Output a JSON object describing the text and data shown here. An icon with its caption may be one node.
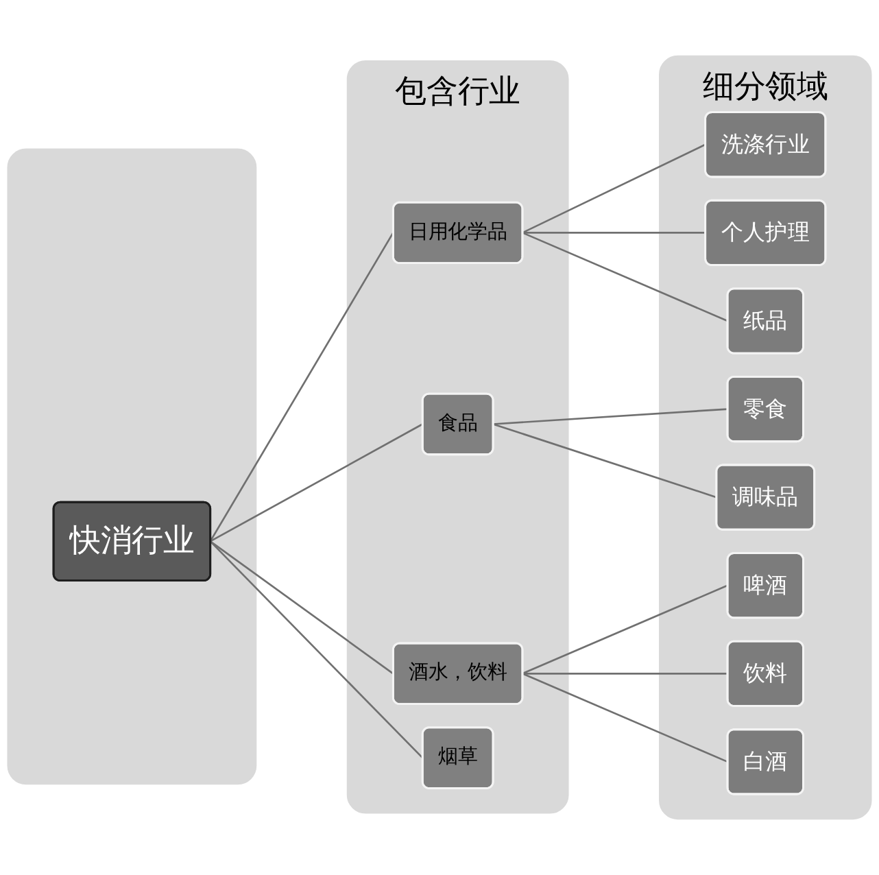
{
  "diagram": {
    "nodes": [
      {
        "text": [],
        "shape": "box"
      },
      {
        "text": [
          "快消行业"
        ],
        "in": 0
      },
      {
        "text": [
          "包含行业"
        ]
      },
      {
        "text": [
          "日用化学品"
        ],
        "in": 2
      },
      {
        "text": [
          "食品"
        ],
        "in": 2
      },
      {
        "text": [
          "酒水，饮料"
        ],
        "in": 2
      },
      {
        "text": [
          "烟草"
        ],
        "in": 2
      },
      {
        "text": [
          "细分领域"
        ]
      },
      {
        "text": [
          "洗涤行业"
        ],
        "in": 7
      },
      {
        "text": [
          "个人护理"
        ],
        "in": 7
      },
      {
        "text": [
          "纸品"
        ],
        "in": 7
      },
      {
        "text": [
          "零食"
        ],
        "in": 7
      },
      {
        "text": [
          "调味品"
        ],
        "in": 7
      },
      {
        "text": [
          "啤酒"
        ],
        "in": 7
      },
      {
        "text": [
          "饮料"
        ],
        "in": 7
      },
      {
        "text": [
          "白酒"
        ],
        "in": 7
      }
    ],
    "edges": [
      {
        "from": 1,
        "to": 3,
        "arrow": "none"
      },
      {
        "from": 1,
        "to": 4,
        "arrow": "none"
      },
      {
        "from": 1,
        "to": 5,
        "arrow": "none"
      },
      {
        "from": 1,
        "to": 6,
        "arrow": "none"
      },
      {
        "from": 3,
        "to": 8,
        "arrow": "none"
      },
      {
        "from": 3,
        "to": 9,
        "arrow": "none"
      },
      {
        "from": 3,
        "to": 10,
        "arrow": "none"
      },
      {
        "from": 4,
        "to": 11,
        "arrow": "none"
      },
      {
        "from": 4,
        "to": 12,
        "arrow": "none"
      },
      {
        "from": 5,
        "to": 13,
        "arrow": "none"
      },
      {
        "from": 5,
        "to": 14,
        "arrow": "none"
      },
      {
        "from": 5,
        "to": 15,
        "arrow": "none"
      }
    ]
  }
}
